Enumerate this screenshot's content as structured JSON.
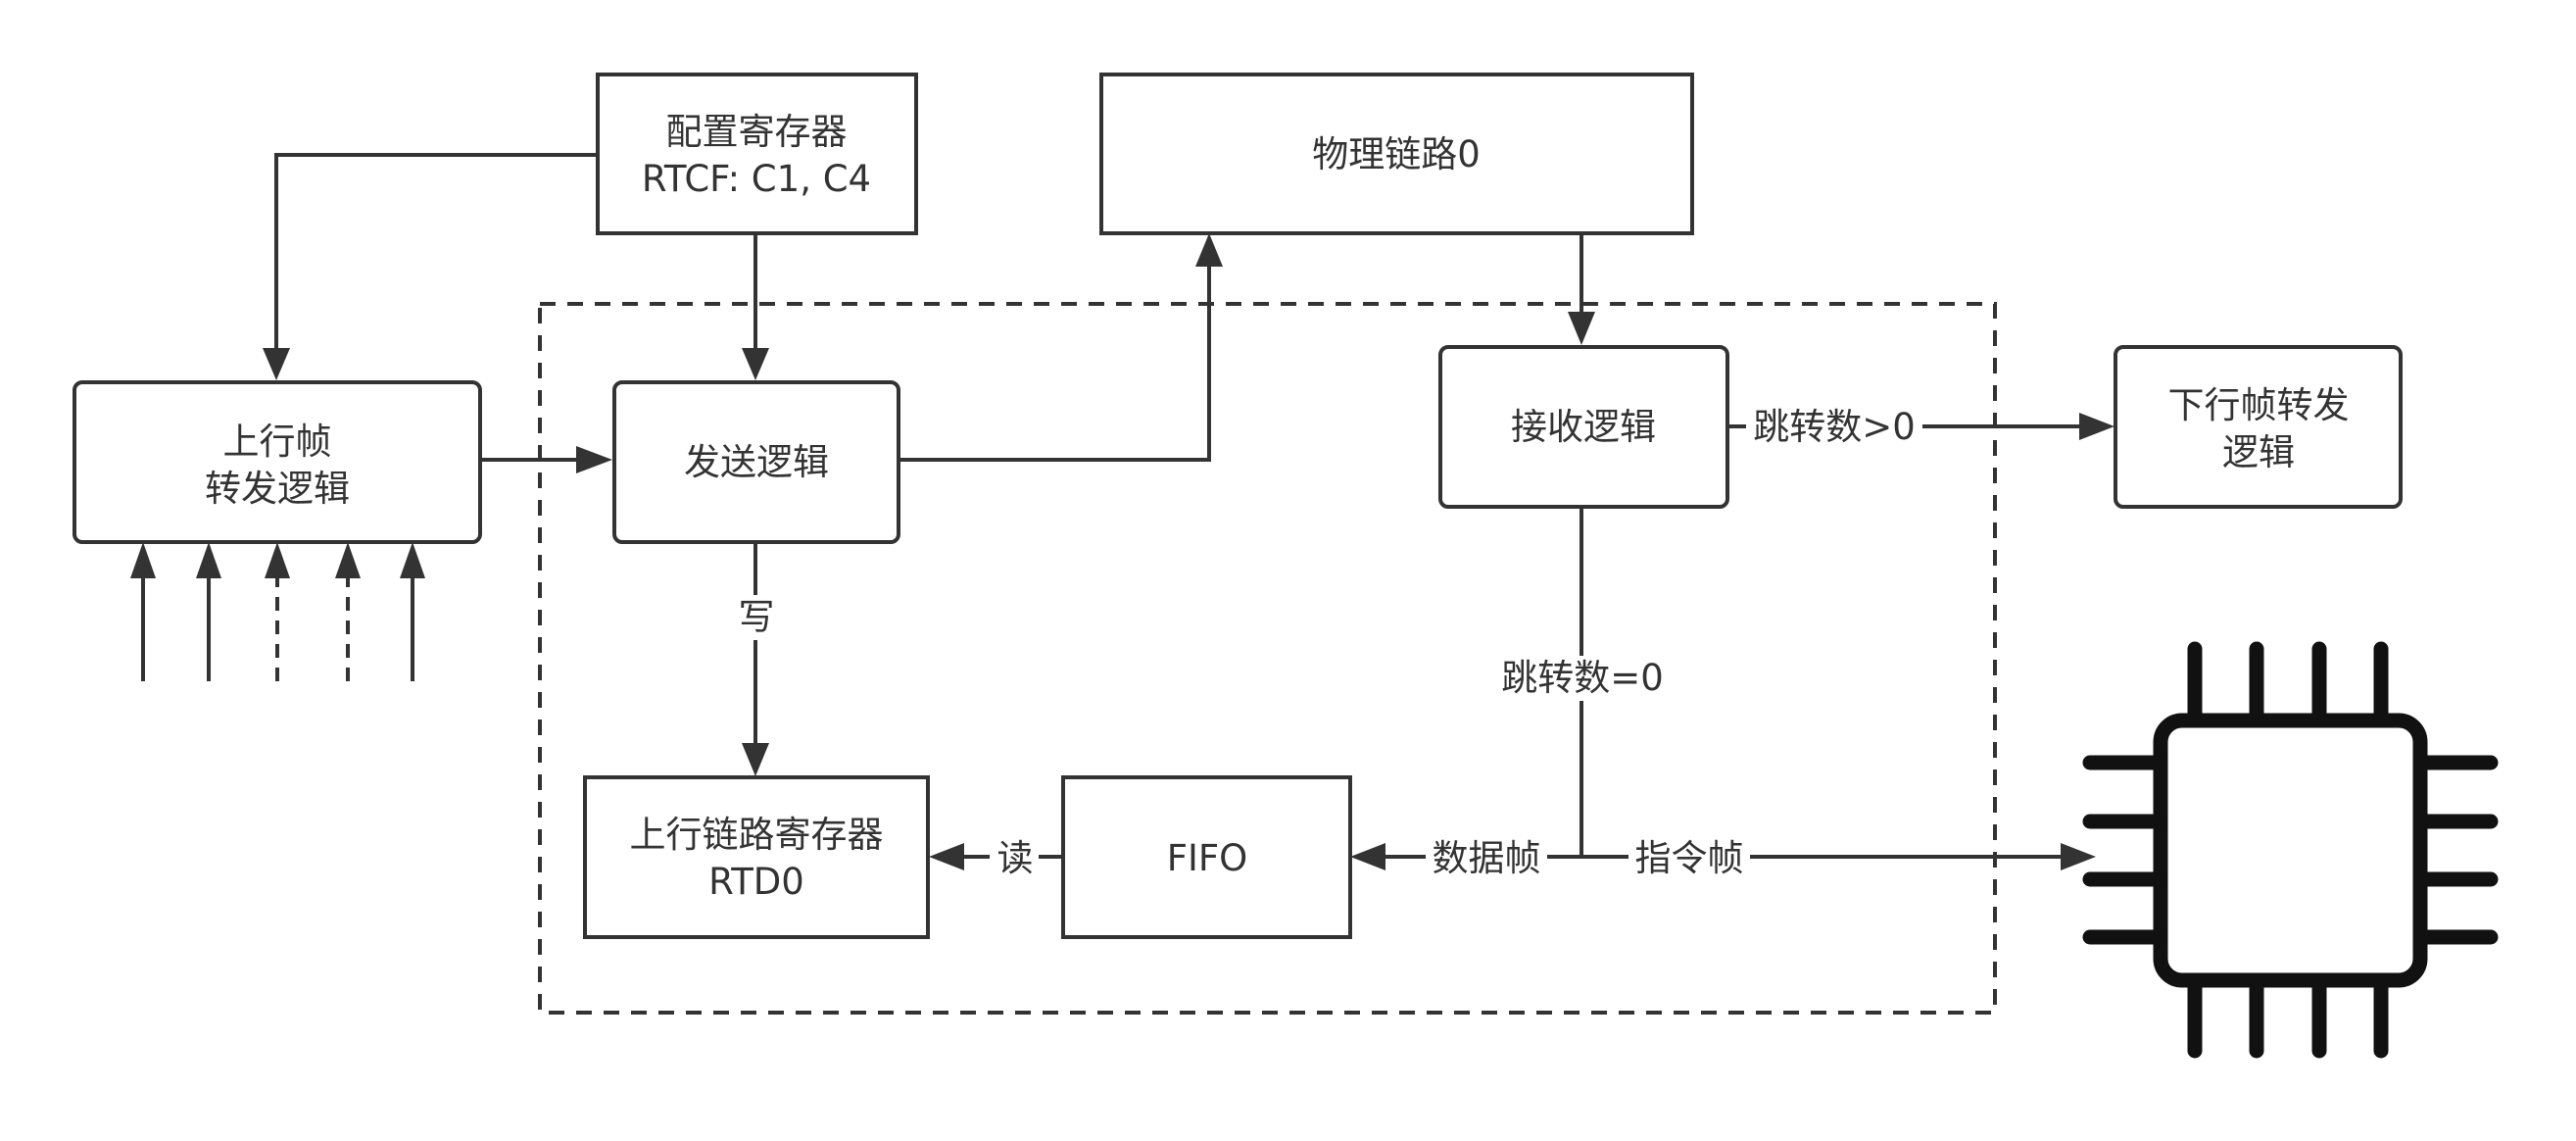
{
  "nodes": {
    "config_register": {
      "line1": "配置寄存器",
      "line2": "RTCF: C1, C4"
    },
    "physical_link": {
      "label": "物理链路0"
    },
    "uplink_forward": {
      "line1": "上行帧",
      "line2": "转发逻辑"
    },
    "send_logic": {
      "label": "发送逻辑"
    },
    "receive_logic": {
      "label": "接收逻辑"
    },
    "downlink_forward": {
      "line1": "下行帧转发",
      "line2": "逻辑"
    },
    "uplink_register": {
      "line1": "上行链路寄存器",
      "line2": "RTD0"
    },
    "fifo": {
      "label": "FIFO"
    }
  },
  "edge_labels": {
    "write": "写",
    "read": "读",
    "hops_gt0": "跳转数>0",
    "hops_eq0": "跳转数=0",
    "data_frame": "数据帧",
    "command_frame": "指令帧"
  },
  "icons": {
    "processor": "chip-icon"
  },
  "colors": {
    "stroke": "#333333",
    "background": "#ffffff"
  }
}
